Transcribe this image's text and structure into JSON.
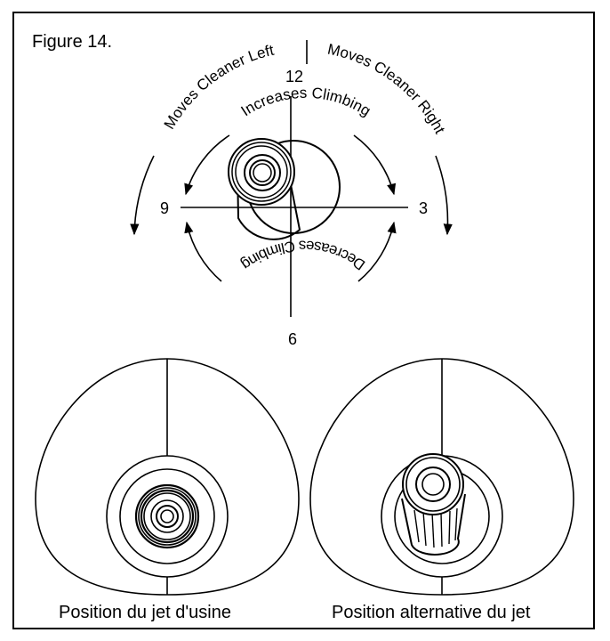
{
  "figure_title": "Figure 14.",
  "dial": {
    "label_12": "12",
    "label_3": "3",
    "label_6": "6",
    "label_9": "9",
    "arc_moves_left": "Moves Cleaner Left",
    "arc_moves_right": "Moves Cleaner Right",
    "arc_increases": "Increases Climbing",
    "arc_decreases": "Decreases Climbing"
  },
  "captions": {
    "factory": "Position du jet d'usine",
    "alternative": "Position alternative du jet"
  }
}
